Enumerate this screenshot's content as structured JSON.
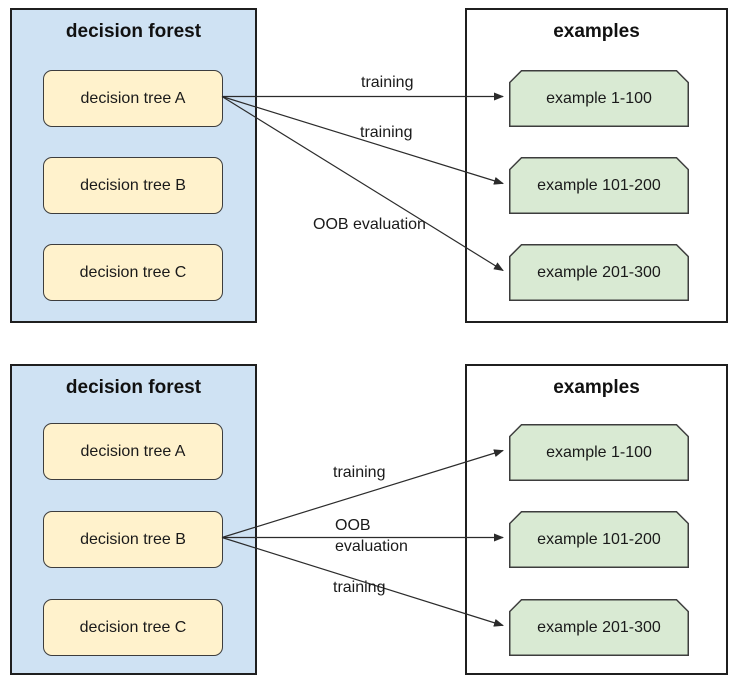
{
  "colors": {
    "forest_fill": "#cfe2f3",
    "examples_fill": "#ffffff",
    "tree_fill": "#fff2cc",
    "example_fill": "#d9ead3",
    "box_border": "#3d3d3d",
    "panel_border": "#1f1f1f",
    "arrow": "#2b2b2b"
  },
  "panels": [
    {
      "forest": {
        "title": "decision forest",
        "trees": [
          "decision tree A",
          "decision tree B",
          "decision tree C"
        ]
      },
      "examples": {
        "title": "examples",
        "items": [
          "example 1-100",
          "example 101-200",
          "example 201-300"
        ]
      },
      "source_tree": "decision tree A",
      "arrows": [
        {
          "label": "training",
          "target": "example 1-100"
        },
        {
          "label": "training",
          "target": "example 101-200"
        },
        {
          "label": "OOB evaluation",
          "target": "example 201-300"
        }
      ]
    },
    {
      "forest": {
        "title": "decision forest",
        "trees": [
          "decision tree A",
          "decision tree B",
          "decision tree C"
        ]
      },
      "examples": {
        "title": "examples",
        "items": [
          "example 1-100",
          "example 101-200",
          "example 201-300"
        ]
      },
      "source_tree": "decision tree B",
      "arrows": [
        {
          "label": "training",
          "target": "example 1-100"
        },
        {
          "label": "OOB evaluation",
          "target": "example 101-200"
        },
        {
          "label": "training",
          "target": "example 201-300"
        }
      ]
    }
  ]
}
